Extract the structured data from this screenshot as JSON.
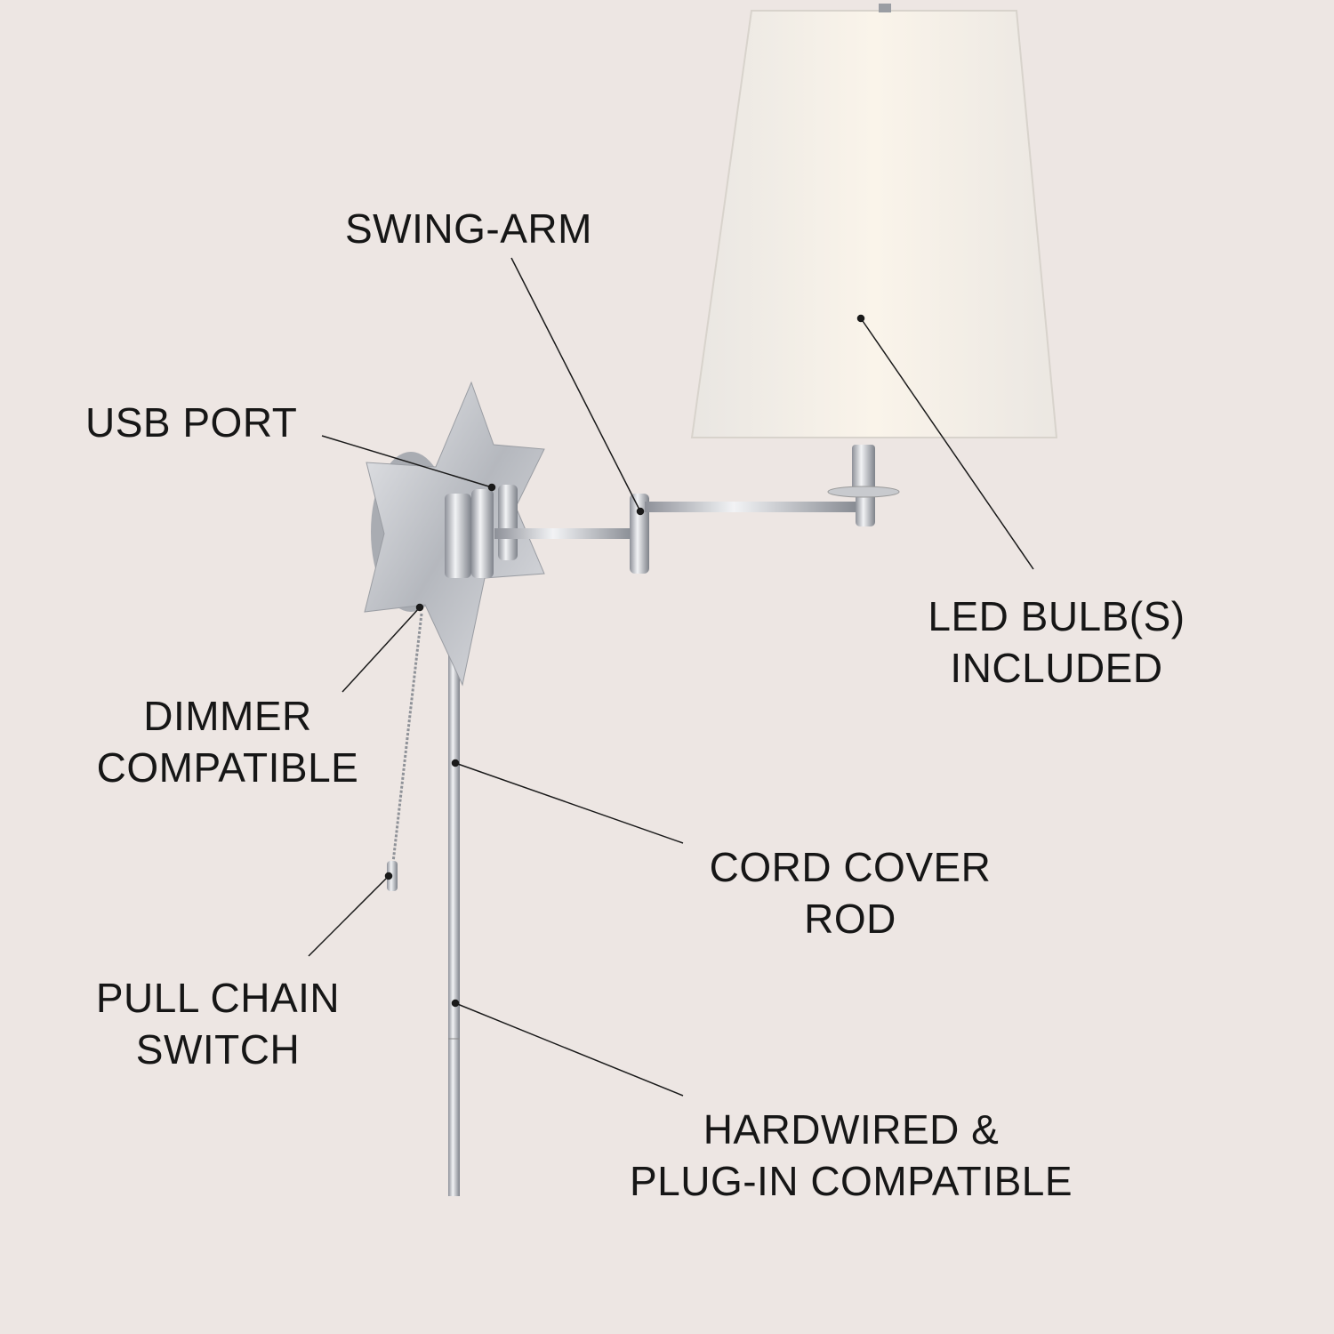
{
  "labels": {
    "swing_arm": "SWING-ARM",
    "usb_port": "USB PORT",
    "led_bulbs": [
      "LED BULB(S)",
      "INCLUDED"
    ],
    "dimmer": [
      "DIMMER",
      "COMPATIBLE"
    ],
    "cord_cover": [
      "CORD COVER",
      "ROD"
    ],
    "pull_chain": [
      "PULL CHAIN",
      "SWITCH"
    ],
    "hardwired": [
      "HARDWIRED &",
      "PLUG-IN COMPATIBLE"
    ]
  },
  "colors": {
    "background": "#ede6e3",
    "text": "#161616",
    "chrome": "#c9cbd0",
    "shade": "#f3efe9"
  }
}
